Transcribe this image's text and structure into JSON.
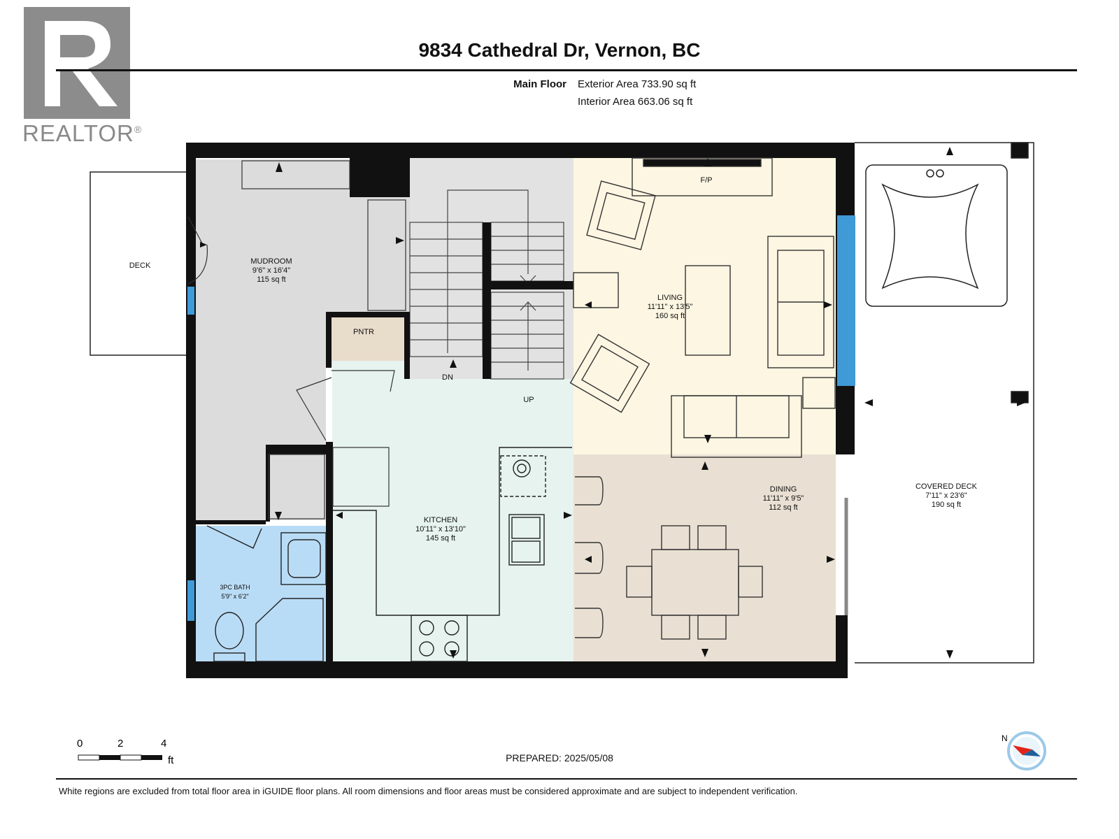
{
  "header": {
    "address": "9834 Cathedral Dr, Vernon, BC",
    "floor_name": "Main Floor",
    "exterior_area": "Exterior Area 733.90 sq ft",
    "interior_area": "Interior Area 663.06 sq ft"
  },
  "logo": {
    "text": "REALTOR",
    "mark": "®"
  },
  "rooms": {
    "deck": {
      "name": "DECK"
    },
    "mudroom": {
      "name": "MUDROOM",
      "dims": "9'6\" x 16'4\"",
      "area": "115 sq ft"
    },
    "pantry": {
      "name": "PNTR"
    },
    "stairs_down": {
      "name": "DN"
    },
    "stairs_up": {
      "name": "UP"
    },
    "fireplace": {
      "name": "F/P"
    },
    "living": {
      "name": "LIVING",
      "dims": "11'11\" x 13'5\"",
      "area": "160 sq ft"
    },
    "kitchen": {
      "name": "KITCHEN",
      "dims": "10'11\" x 13'10\"",
      "area": "145 sq ft"
    },
    "dining": {
      "name": "DINING",
      "dims": "11'11\" x 9'5\"",
      "area": "112 sq ft"
    },
    "bath": {
      "name": "3PC BATH",
      "dims": "5'9\" x 6'2\""
    },
    "covered_deck": {
      "name": "COVERED DECK",
      "dims": "7'11\" x 23'6\"",
      "area": "190 sq ft"
    }
  },
  "scale": {
    "tick_0": "0",
    "tick_2": "2",
    "tick_4": "4",
    "unit": "ft"
  },
  "compass_label": "N",
  "footer": {
    "prepared": "PREPARED: 2025/05/08",
    "disclaimer": "White regions are excluded from total floor area in iGUIDE floor plans. All room dimensions and floor areas must be considered approximate and are subject to independent verification."
  },
  "colors": {
    "mudroom": "#dcdcdc",
    "kitchen": "#e6f3ee",
    "living": "#fdf6e2",
    "dining": "#e9e0d3",
    "bath": "#b9dcf6",
    "pantry": "#e8dccb",
    "window": "#3f9ad6"
  }
}
